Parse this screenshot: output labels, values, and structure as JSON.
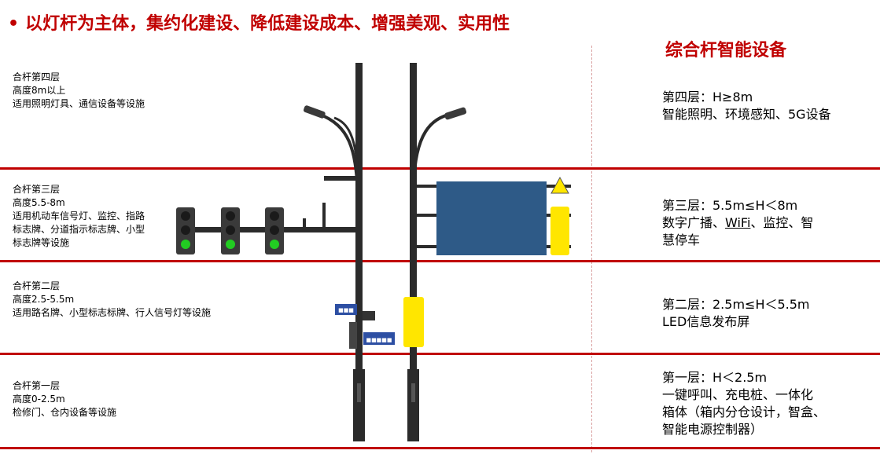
{
  "header": {
    "bullet": "•",
    "title": "以灯杆为主体，集约化建设、降低建设成本、增强美观、实用性",
    "right_title": "综合杆智能设备"
  },
  "layers": [
    {
      "left": [
        "合杆第四层",
        "高度8m以上",
        "适用照明灯具、通信设备等设施"
      ],
      "right": [
        "第四层：H≥8m",
        "智能照明、环境感知、5G设备"
      ]
    },
    {
      "left": [
        "合杆第三层",
        "高度5.5-8m",
        "适用机动车信号灯、监控、指路",
        "标志牌、分道指示标志牌、小型",
        "标志牌等设施"
      ],
      "right": [
        "第三层：5.5m≤H＜8m",
        "数字广播、",
        "WiFi",
        "、监控、智",
        "慧停车"
      ]
    },
    {
      "left": [
        "合杆第二层",
        "高度2.5-5.5m",
        "适用路名牌、小型标志标牌、行人信号灯等设施"
      ],
      "right": [
        "第二层：2.5m≤H＜5.5m",
        "LED信息发布屏"
      ]
    },
    {
      "left": [
        "合杆第一层",
        "高度0-2.5m",
        "检修门、仓内设备等设施"
      ],
      "right": [
        "第一层：H＜2.5m",
        "一键呼叫、充电桩、一体化",
        "箱体（箱内分仓设计，智盒、",
        "智能电源控制器）"
      ]
    }
  ],
  "colors": {
    "accent": "#c00000",
    "pole": "#2b2b2b",
    "screen": "#2e5a87",
    "yellow": "#ffe600",
    "signal_green": "#22cc22",
    "street_sign": "#2d4fa3"
  },
  "illustration": {
    "street_sign_small": "■■■",
    "street_sign_main": "■■■■■"
  }
}
